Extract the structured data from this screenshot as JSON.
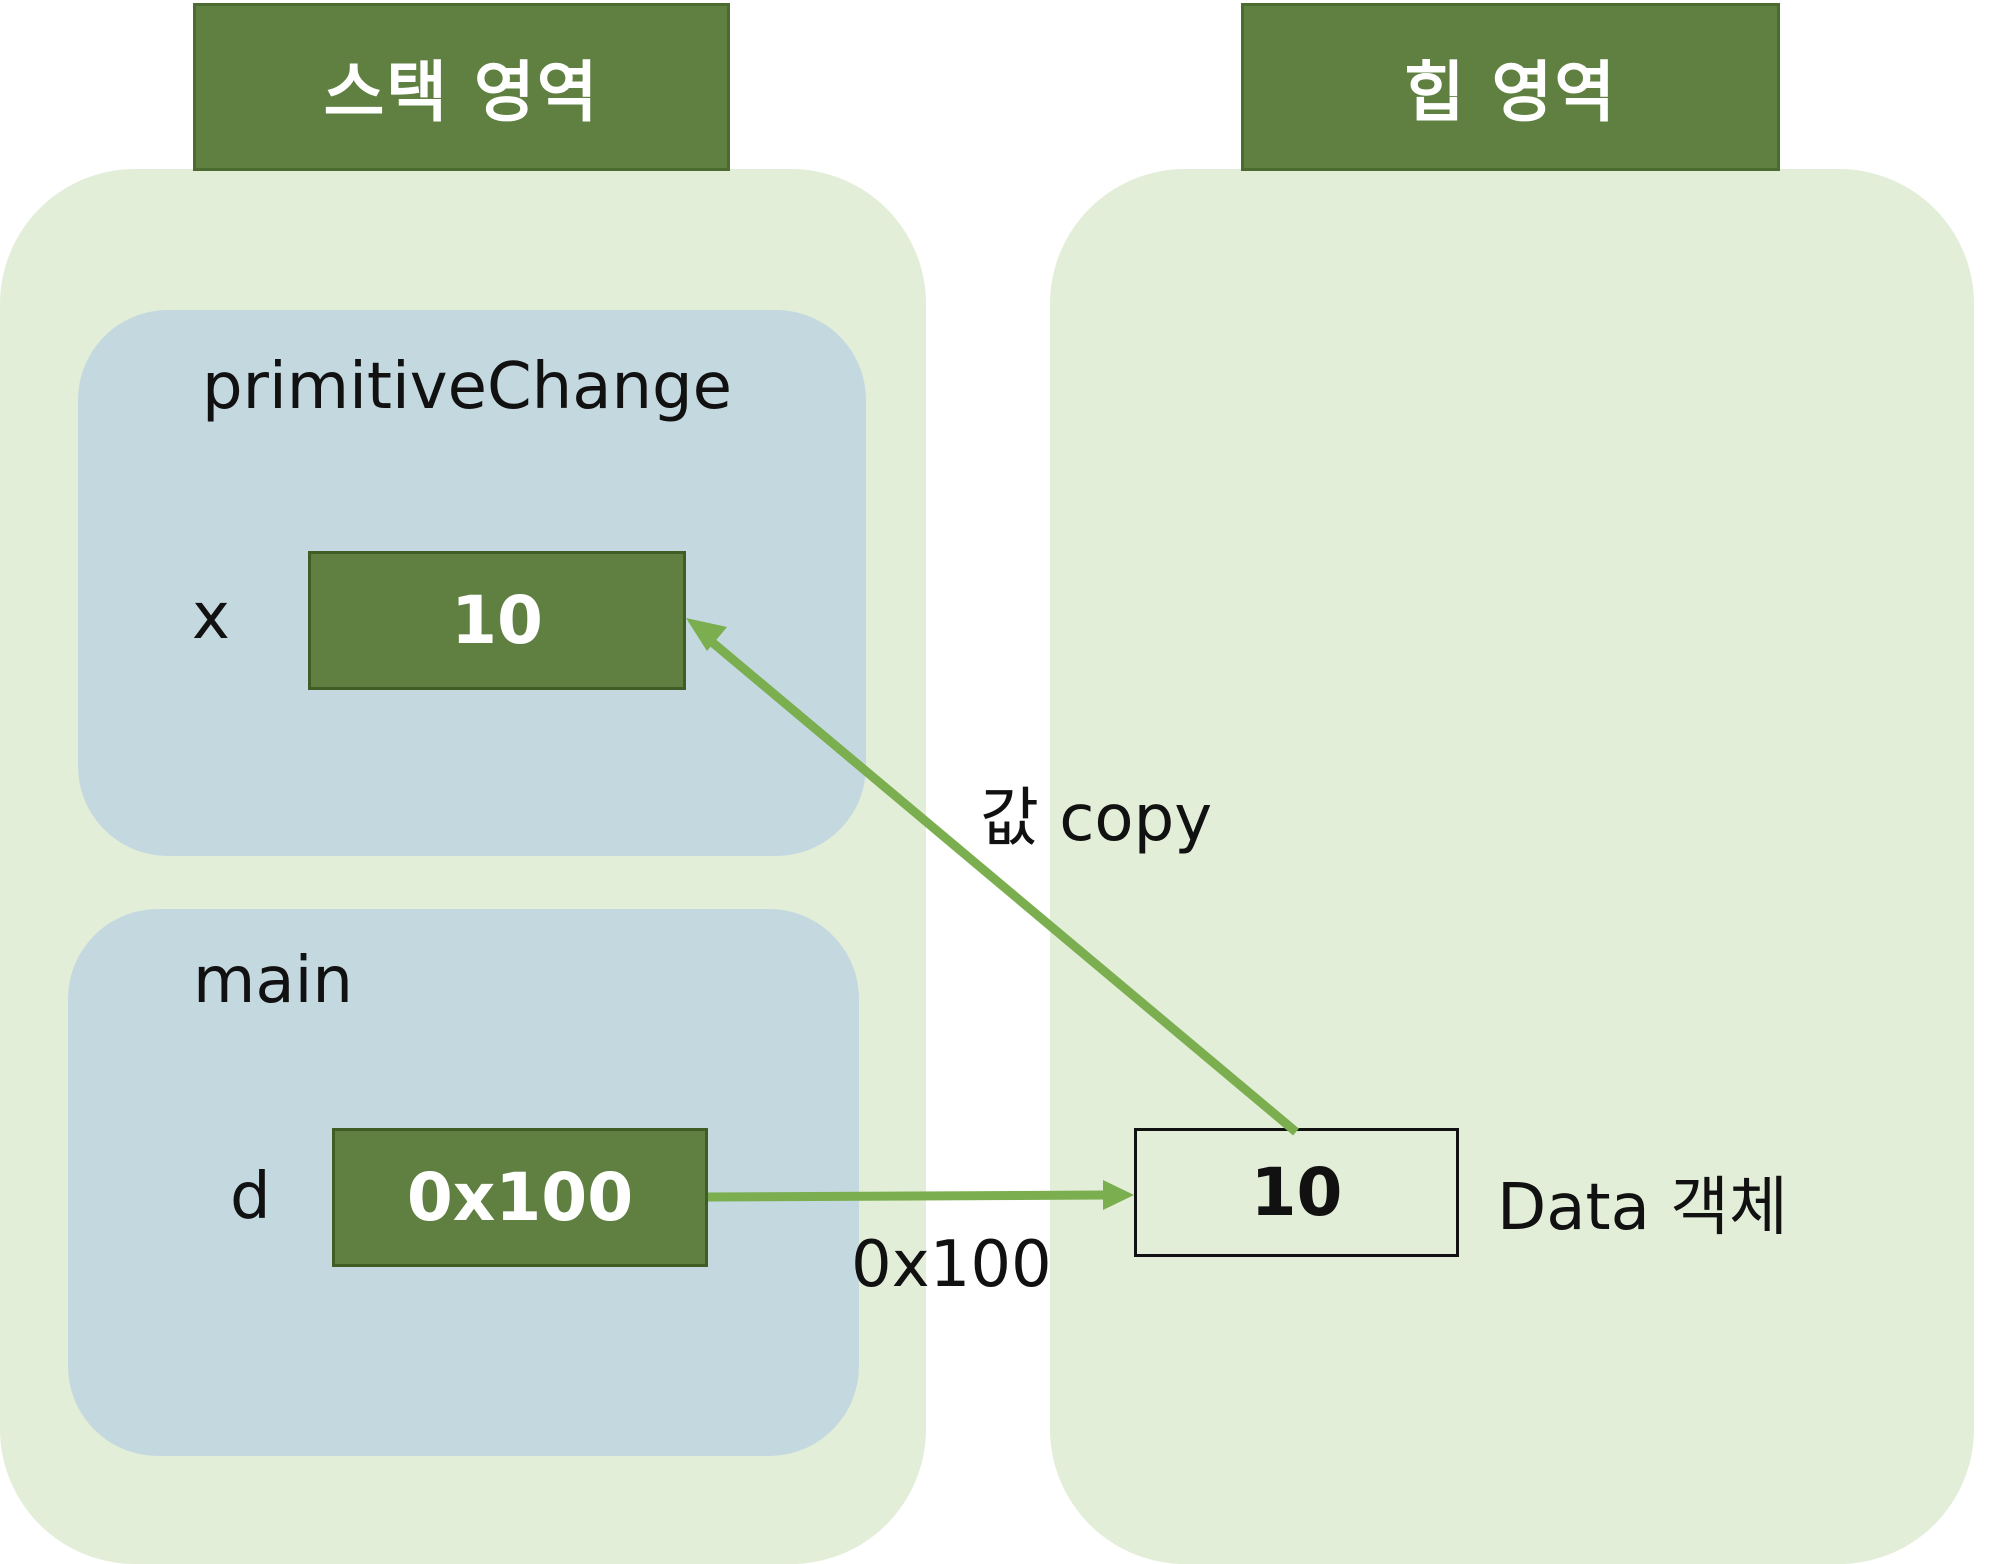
{
  "stack": {
    "title": "스택 영역",
    "frames": [
      {
        "name": "primitiveChange",
        "var_name": "x",
        "value": "10"
      },
      {
        "name": "main",
        "var_name": "d",
        "value": "0x100"
      }
    ]
  },
  "heap": {
    "title": "힙 영역",
    "object_value": "10",
    "object_label": "Data 객체"
  },
  "arrows": {
    "copy_label": "값 copy",
    "reference_label": "0x100"
  },
  "colors": {
    "region_bg": "#e2eed8",
    "frame_bg": "#c4d8df",
    "box_green": "#5f8040",
    "arrow_green": "#7aae4f"
  }
}
